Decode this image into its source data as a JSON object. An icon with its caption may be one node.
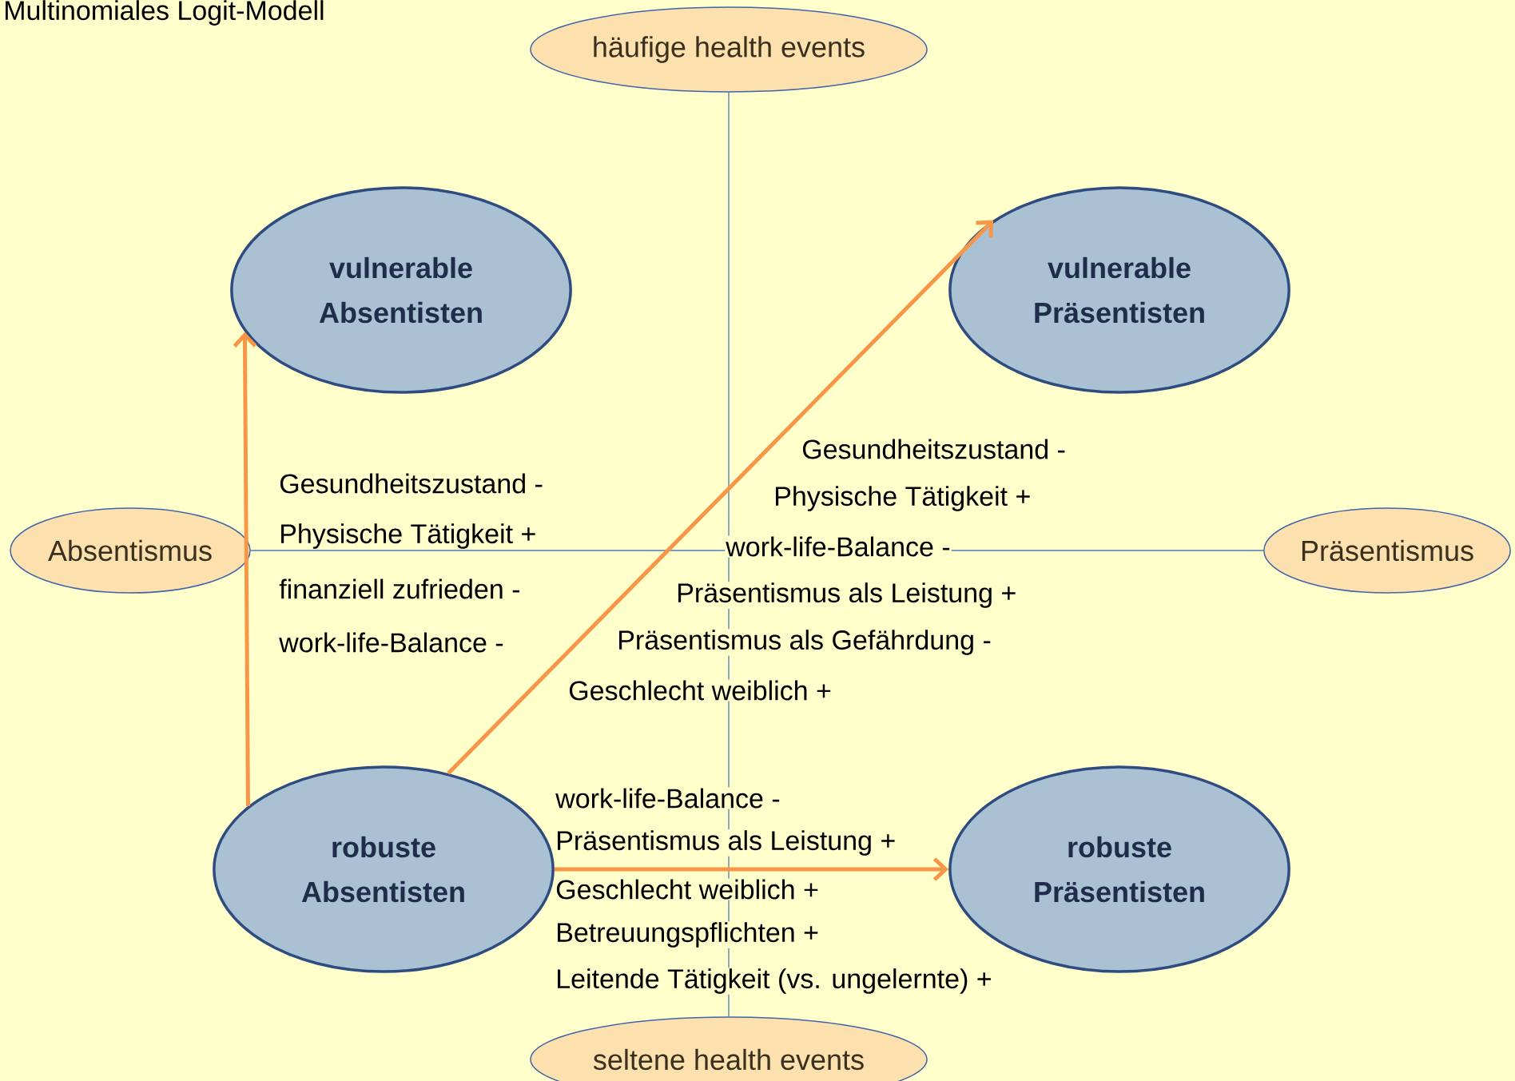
{
  "diagram": {
    "title": "Multinomiales Logit-Modell",
    "nodes": [
      {
        "text": [
          "häufige health events"
        ]
      },
      {
        "text": [
          "Absentismus"
        ]
      },
      {
        "text": [
          "Präsentismus"
        ]
      },
      {
        "text": [
          "seltene health events"
        ]
      },
      {
        "text": [
          "vulnerable Absentisten"
        ]
      },
      {
        "text": [
          "vulnerable Präsentisten"
        ]
      },
      {
        "text": [
          "robuste Absentisten"
        ]
      },
      {
        "text": [
          "robuste Präsentisten"
        ]
      }
    ],
    "edges": [
      {
        "from": 0,
        "to": 3,
        "arrow": "none",
        "color": "#4a7ebb"
      },
      {
        "from": 1,
        "to": 2,
        "arrow": "none",
        "color": "#4a7ebb"
      },
      {
        "from": 6,
        "to": 4,
        "arrow": "to"
      },
      {
        "from": 6,
        "to": 5,
        "arrow": "to"
      },
      {
        "from": 6,
        "to": 7,
        "arrow": "to"
      }
    ],
    "labels": [
      "Gesundheitszustand -",
      "Physische Tätigkeit +",
      "finanziell zufrieden -",
      "work-life-Balance -",
      "Gesundheitszustand -",
      "Physische Tätigkeit +",
      "work-life-Balance -",
      "Präsentismus als Leistung +",
      "Präsentismus als Gefährdung -",
      "Geschlecht weiblich +",
      "work-life-Balance -",
      "Präsentismus als Leistung +",
      "Geschlecht weiblich +",
      "Betreuungspflichten +",
      "Leitende Tätigkeit (vs. ungelernte) +"
    ]
  }
}
